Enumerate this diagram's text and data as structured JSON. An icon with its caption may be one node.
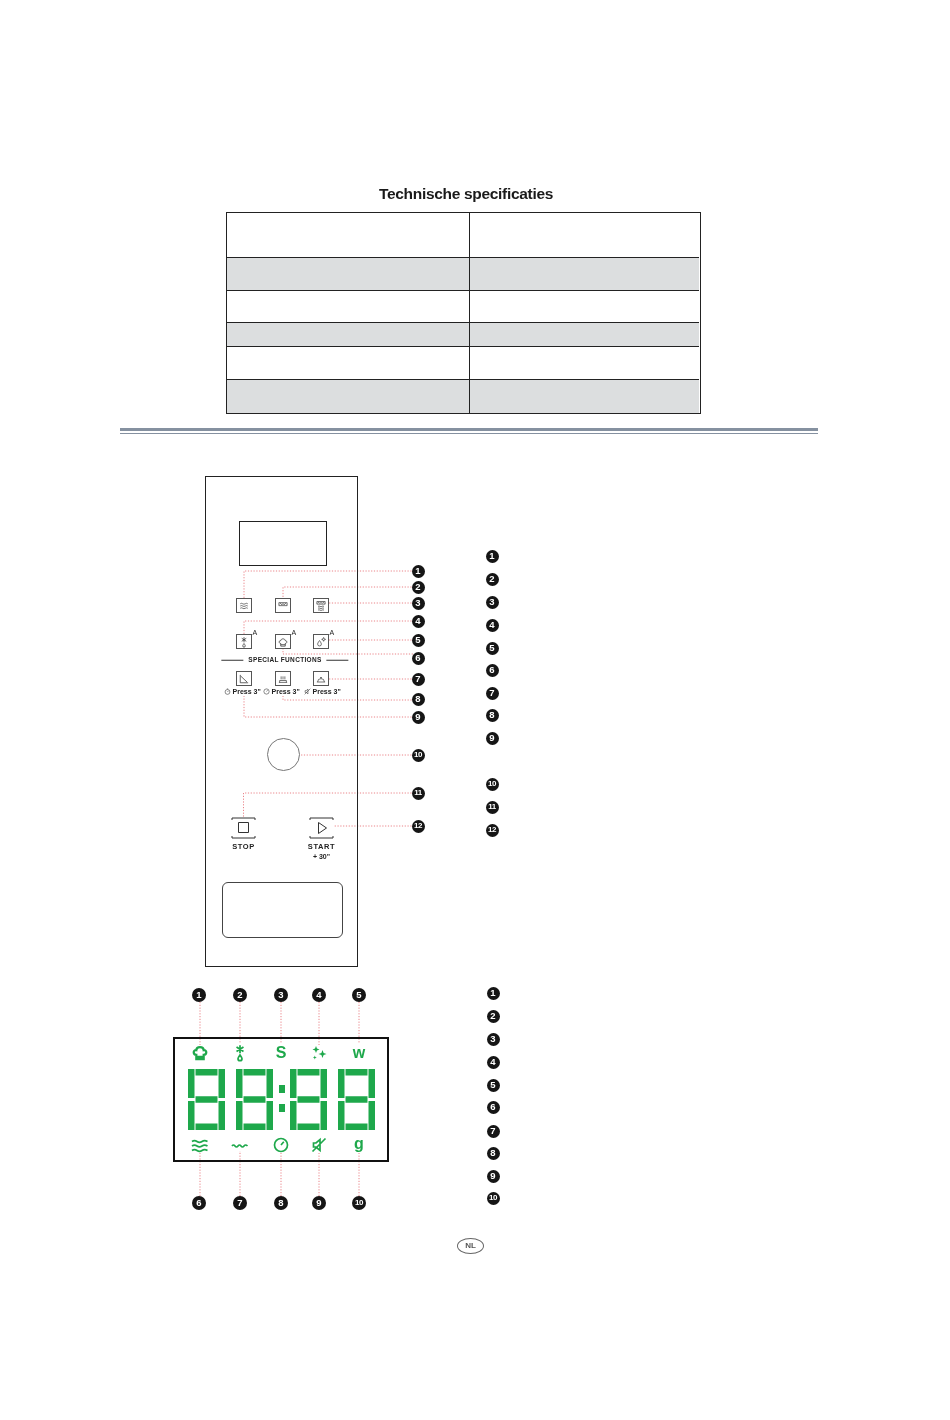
{
  "diagram": {
    "title": "Technische specificaties",
    "nodes": [
      {
        "text": [],
        "shape": "box"
      },
      {
        "text": [],
        "shape": "box",
        "in": 0
      },
      {
        "text": [],
        "shape": "box",
        "in": 0
      },
      {
        "text": [],
        "shape": "box",
        "in": 0
      },
      {
        "text": [],
        "shape": "box",
        "in": 0
      },
      {
        "text": [],
        "shape": "box",
        "in": 0,
        "beside": [
          "A"
        ]
      },
      {
        "text": [],
        "shape": "box",
        "in": 0,
        "beside": [
          "A"
        ]
      },
      {
        "text": [],
        "shape": "box",
        "in": 0,
        "beside": [
          "A"
        ]
      },
      {
        "text": [],
        "shape": "box",
        "in": 0
      },
      {
        "text": [],
        "shape": "box",
        "in": 0
      },
      {
        "text": [],
        "shape": "box",
        "in": 0
      },
      {
        "text": [
          "Press 3\""
        ],
        "in": 0
      },
      {
        "text": [
          "Press 3\""
        ],
        "in": 0
      },
      {
        "text": [],
        "shape": "circle",
        "in": 0
      },
      {
        "text": [],
        "shape": "box",
        "in": 0,
        "beside": [
          "STOP"
        ]
      },
      {
        "text": [],
        "shape": "box",
        "in": 0,
        "beside": [
          "START",
          "+ 30\""
        ]
      },
      {
        "text": [],
        "shape": "box",
        "in": 0
      },
      {
        "text": [
          "1"
        ]
      },
      {
        "text": [
          "2"
        ]
      },
      {
        "text": [
          "3"
        ]
      },
      {
        "text": [
          "4"
        ]
      },
      {
        "text": [
          "5"
        ]
      },
      {
        "text": [
          "6"
        ]
      },
      {
        "text": [
          "7"
        ]
      },
      {
        "text": [
          "8"
        ]
      },
      {
        "text": [
          "9"
        ]
      },
      {
        "text": [
          "10"
        ]
      },
      {
        "text": [
          "11"
        ]
      },
      {
        "text": [
          "12"
        ]
      },
      {
        "text": [],
        "shape": "box"
      },
      {
        "text": [],
        "shape": "picture",
        "in": 29
      },
      {
        "text": [],
        "shape": "picture",
        "in": 29
      },
      {
        "text": [
          "S"
        ],
        "in": 29
      },
      {
        "text": [],
        "shape": "picture",
        "in": 29
      },
      {
        "text": [
          "w"
        ],
        "in": 29
      },
      {
        "text": [],
        "shape": "picture",
        "in": 29
      },
      {
        "text": [],
        "shape": "picture",
        "in": 29
      },
      {
        "text": [],
        "shape": "picture",
        "in": 29
      },
      {
        "text": [],
        "shape": "picture",
        "in": 29
      },
      {
        "text": [
          "g"
        ],
        "in": 29
      },
      {
        "text": [
          "1"
        ]
      },
      {
        "text": [
          "2"
        ]
      },
      {
        "text": [
          "3"
        ]
      },
      {
        "text": [
          "4"
        ]
      },
      {
        "text": [
          "5"
        ]
      },
      {
        "text": [
          "6"
        ]
      },
      {
        "text": [
          "7"
        ]
      },
      {
        "text": [
          "8"
        ]
      },
      {
        "text": [
          "9"
        ]
      },
      {
        "text": [
          "10"
        ]
      },
      {
        "text": [
          "NL"
        ]
      },
      {
        "text": [],
        "shape": "picture",
        "in": 29
      }
    ],
    "edges": [
      {
        "from": 17,
        "to": 2,
        "arrow": "none",
        "style": "dashed",
        "color": "#e8767c"
      },
      {
        "from": 18,
        "to": 3,
        "arrow": "none",
        "style": "dashed",
        "color": "#e8767c"
      },
      {
        "from": 19,
        "to": 4,
        "arrow": "none",
        "style": "dashed",
        "color": "#e8767c"
      },
      {
        "from": 20,
        "to": 5,
        "arrow": "none",
        "style": "dashed",
        "color": "#e8767c"
      },
      {
        "from": 21,
        "to": 7,
        "arrow": "none",
        "style": "dashed",
        "color": "#e8767c"
      },
      {
        "from": 22,
        "to": 6,
        "arrow": "none",
        "style": "dashed",
        "color": "#e8767c"
      },
      {
        "from": 23,
        "to": 10,
        "arrow": "none",
        "style": "dashed",
        "color": "#e8767c"
      },
      {
        "from": 24,
        "to": 12,
        "arrow": "none",
        "style": "dashed",
        "color": "#e8767c"
      },
      {
        "from": 25,
        "to": 11,
        "arrow": "none",
        "style": "dashed",
        "color": "#e8767c"
      },
      {
        "from": 26,
        "to": 13,
        "arrow": "none",
        "style": "dashed",
        "color": "#e8767c"
      },
      {
        "from": 27,
        "to": 14,
        "arrow": "none",
        "style": "dashed",
        "color": "#e8767c"
      },
      {
        "from": 28,
        "to": 15,
        "arrow": "none",
        "style": "dashed",
        "color": "#e8767c"
      },
      {
        "from": 40,
        "to": 30,
        "arrow": "none",
        "style": "dashed",
        "color": "#e8767c"
      },
      {
        "from": 41,
        "to": 31,
        "arrow": "none",
        "style": "dashed",
        "color": "#e8767c"
      },
      {
        "from": 42,
        "to": 32,
        "arrow": "none",
        "style": "dashed",
        "color": "#e8767c"
      },
      {
        "from": 43,
        "to": 33,
        "arrow": "none",
        "style": "dashed",
        "color": "#e8767c"
      },
      {
        "from": 44,
        "to": 34,
        "arrow": "none",
        "style": "dashed",
        "color": "#e8767c"
      },
      {
        "from": 45,
        "to": 35,
        "arrow": "none",
        "style": "dashed",
        "color": "#e8767c"
      },
      {
        "from": 46,
        "to": 36,
        "arrow": "none",
        "style": "dashed",
        "color": "#e8767c"
      },
      {
        "from": 47,
        "to": 37,
        "arrow": "none",
        "style": "dashed",
        "color": "#e8767c"
      },
      {
        "from": 48,
        "to": 38,
        "arrow": "none",
        "style": "dashed",
        "color": "#e8767c"
      },
      {
        "from": 49,
        "to": 39,
        "arrow": "none",
        "style": "dashed",
        "color": "#e8767c"
      }
    ],
    "labels": [
      "SPECIAL FUNCTIONS",
      "Press 3\"",
      "1",
      "2",
      "3",
      "4",
      "5",
      "6",
      "7",
      "8",
      "9",
      "10",
      "11",
      "12",
      "1",
      "2",
      "3",
      "4",
      "5",
      "6",
      "7",
      "8",
      "9",
      "10"
    ]
  }
}
